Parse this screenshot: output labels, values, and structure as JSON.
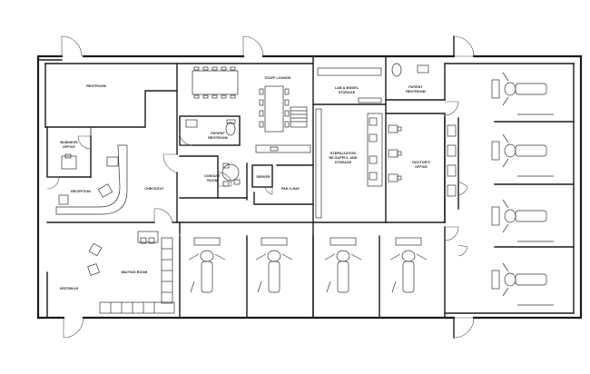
{
  "plan": {
    "rooms": {
      "restroom": "RESTROOM",
      "business_office_1": "BUSINESS",
      "business_office_2": "OFFICE",
      "reception": "RECEPTION",
      "checkout": "CHECKOUT",
      "waiting_room": "WAITING ROOM",
      "vestibule": "VESTIBULE",
      "staff_lounge": "STAFF LOUNGE",
      "patient_restroom_1_line1": "PATIENT",
      "patient_restroom_1_line2": "RESTROOM",
      "consult_room_line1": "CONSULT",
      "consult_room_line2": "ROOM",
      "server": "SERVER",
      "pan_xray": "PAN X-RAY",
      "lab_storage_line1": "LAB & MODEL",
      "lab_storage_line2": "STORAGE",
      "sterilization_line1": "STERILIZATION",
      "sterilization_line2": "RE-SUPPLY, AND",
      "sterilization_line3": "STORAGE",
      "patient_restroom_2_line1": "PATIENT",
      "patient_restroom_2_line2": "RESTROOM",
      "doctors_office_line1": "DOCTOR'S",
      "doctors_office_line2": "OFFICE"
    },
    "colors": {
      "line": "#1a1a1a",
      "background": "#ffffff"
    }
  }
}
